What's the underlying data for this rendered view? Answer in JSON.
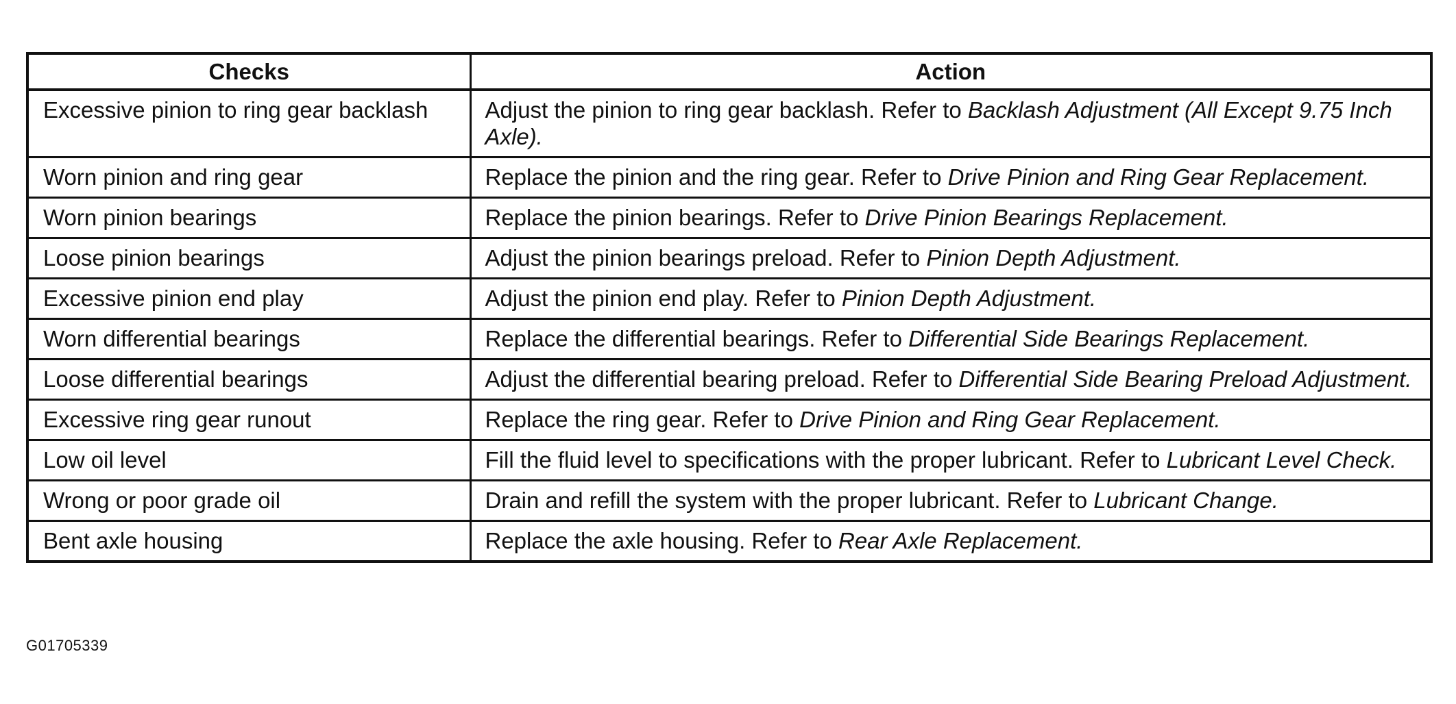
{
  "table": {
    "headers": {
      "checks": "Checks",
      "action": "Action"
    },
    "rows": [
      {
        "check": "Excessive pinion to ring gear backlash",
        "action": "Adjust the pinion to ring gear backlash. Refer to ",
        "ref": "Backlash Adjustment (All Except 9.75 Inch Axle)."
      },
      {
        "check": "Worn pinion and ring gear",
        "action": "Replace the pinion and the ring gear. Refer to ",
        "ref": "Drive Pinion and Ring Gear Replacement."
      },
      {
        "check": "Worn pinion bearings",
        "action": "Replace the pinion bearings. Refer to ",
        "ref": "Drive Pinion Bearings Replacement."
      },
      {
        "check": "Loose pinion bearings",
        "action": "Adjust the pinion bearings preload. Refer to ",
        "ref": "Pinion Depth Adjustment."
      },
      {
        "check": "Excessive pinion end play",
        "action": "Adjust the pinion end play. Refer to ",
        "ref": "Pinion Depth Adjustment."
      },
      {
        "check": "Worn differential bearings",
        "action": "Replace the differential bearings. Refer to ",
        "ref": "Differential Side Bearings Replacement."
      },
      {
        "check": "Loose differential bearings",
        "action": "Adjust the differential bearing preload. Refer to ",
        "ref": "Differential Side Bearing Preload Adjustment."
      },
      {
        "check": "Excessive ring gear runout",
        "action": "Replace the ring gear. Refer to ",
        "ref": "Drive Pinion and Ring Gear Replacement."
      },
      {
        "check": "Low oil level",
        "action": "Fill the fluid level to specifications with the proper lubricant. Refer to ",
        "ref": "Lubricant Level Check."
      },
      {
        "check": "Wrong or poor grade oil",
        "action": "Drain and refill the system with the proper lubricant. Refer to ",
        "ref": "Lubricant Change."
      },
      {
        "check": "Bent axle housing",
        "action": "Replace the axle housing. Refer to ",
        "ref": "Rear Axle Replacement."
      }
    ]
  },
  "figure_id": "G01705339"
}
